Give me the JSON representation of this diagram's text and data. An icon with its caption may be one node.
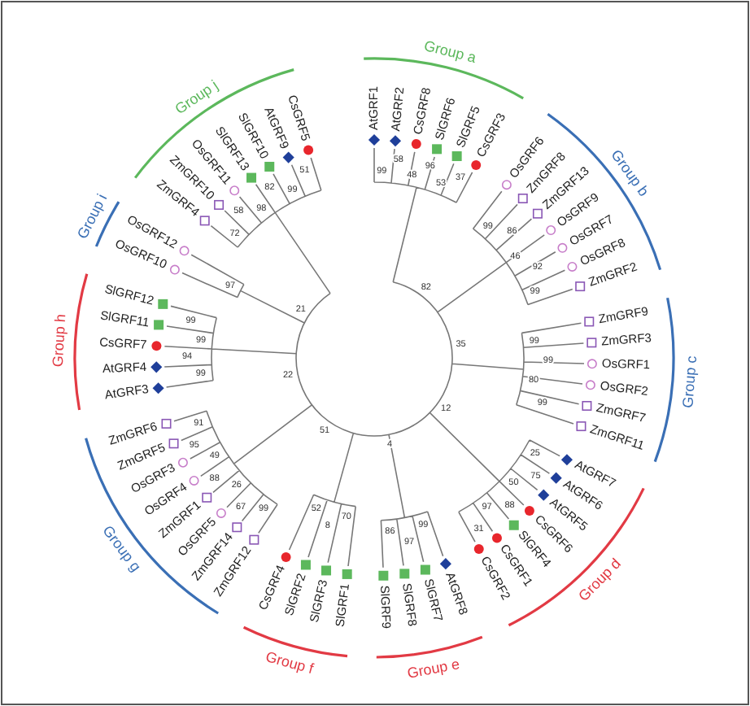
{
  "diagram": {
    "labels": [
      "Group a",
      "AtGRF1",
      "AtGRF2",
      "CsGRF8",
      "SlGRF6",
      "SlGRF5",
      "CsGRF3",
      "99",
      "58",
      "48",
      "96",
      "53",
      "37",
      "Group b",
      "OsGRF6",
      "ZmGRF8",
      "ZmGRF13",
      "OsGRF9",
      "OsGRF7",
      "OsGRF8",
      "ZmGRF2",
      "99",
      "86",
      "46",
      "92",
      "99",
      "Group c",
      "ZmGRF9",
      "ZmGRF3",
      "OsGRF1",
      "OsGRF2",
      "ZmGRF7",
      "ZmGRF11",
      "99",
      "99",
      "80",
      "99",
      "Group d",
      "AtGRF7",
      "AtGRF6",
      "AtGRF5",
      "CsGRF6",
      "SlGRF4",
      "CsGRF1",
      "CsGRF2",
      "25",
      "75",
      "50",
      "88",
      "97",
      "31",
      "Group e",
      "AtGRF8",
      "SlGRF7",
      "SlGRF8",
      "SlGRF9",
      "99",
      "97",
      "86",
      "Group f",
      "SlGRF1",
      "SlGRF3",
      "SlGRF2",
      "CsGRF4",
      "70",
      "8",
      "52",
      "Group g",
      "ZmGRF12",
      "ZmGRF14",
      "OsGRF5",
      "ZmGRF1",
      "OsGRF4",
      "OsGRF3",
      "ZmGRF5",
      "ZmGRF6",
      "99",
      "67",
      "26",
      "88",
      "49",
      "95",
      "91",
      "Group h",
      "AtGRF3",
      "AtGRF4",
      "CsGRF7",
      "SlGRF11",
      "SlGRF12",
      "99",
      "94",
      "99",
      "99",
      "Group i",
      "OsGRF10",
      "OsGRF12",
      "97",
      "Group j",
      "ZmGRF4",
      "ZmGRF10",
      "OsGRF11",
      "SlGRF13",
      "SlGRF10",
      "AtGRF9",
      "CsGRF5",
      "72",
      "58",
      "98",
      "82",
      "99",
      "51",
      "82",
      "35",
      "12",
      "4",
      "51",
      "22",
      "21"
    ]
  }
}
